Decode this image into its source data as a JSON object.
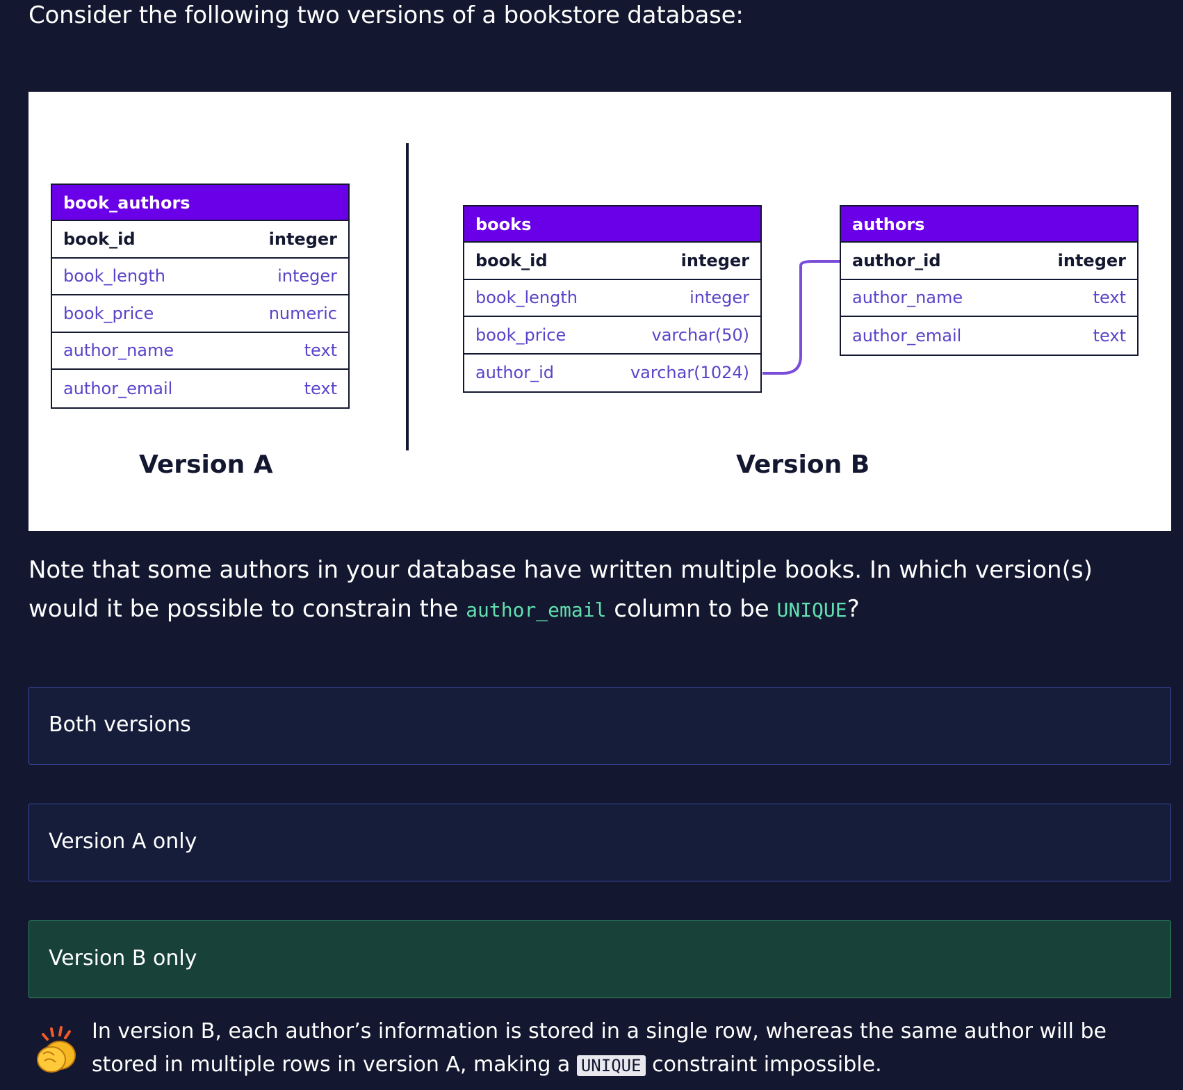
{
  "intro_text": "Consider the following two versions of a bookstore database:",
  "diagram": {
    "version_a": {
      "label": "Version A",
      "table": {
        "name": "book_authors",
        "rows": [
          {
            "col": "book_id",
            "type": "integer",
            "pk": true
          },
          {
            "col": "book_length",
            "type": "integer"
          },
          {
            "col": "book_price",
            "type": "numeric"
          },
          {
            "col": "author_name",
            "type": "text"
          },
          {
            "col": "author_email",
            "type": "text"
          }
        ]
      }
    },
    "version_b": {
      "label": "Version B",
      "books": {
        "name": "books",
        "rows": [
          {
            "col": "book_id",
            "type": "integer",
            "pk": true
          },
          {
            "col": "book_length",
            "type": "integer"
          },
          {
            "col": "book_price",
            "type": "varchar(50)"
          },
          {
            "col": "author_id",
            "type": "varchar(1024)"
          }
        ]
      },
      "authors": {
        "name": "authors",
        "rows": [
          {
            "col": "author_id",
            "type": "integer",
            "pk": true
          },
          {
            "col": "author_name",
            "type": "text"
          },
          {
            "col": "author_email",
            "type": "text"
          }
        ]
      }
    },
    "colors": {
      "header": "#6a00e8",
      "connector": "#7a4cd9",
      "row_text": "#5a43c9"
    }
  },
  "question": {
    "part1": "Note that some authors in your database have written multiple books. In which version(s) would it be possible to constrain the ",
    "code1": "author_email",
    "part2": " column to be ",
    "code2": "UNIQUE",
    "part3": "?"
  },
  "options": [
    {
      "label": "Both versions",
      "state": "default"
    },
    {
      "label": "Version A only",
      "state": "default"
    },
    {
      "label": "Version B only",
      "state": "correct"
    }
  ],
  "feedback": {
    "part1": "In version B, each author’s information is stored in a single row, whereas the same author will be stored in multiple rows in version A, making a ",
    "code": "UNIQUE",
    "part2": " constraint impossible.",
    "icon": "clapping-hands-icon"
  },
  "colors": {
    "background": "#13172f",
    "option_bg": "#161d3a",
    "correct_bg": "#18413a"
  }
}
